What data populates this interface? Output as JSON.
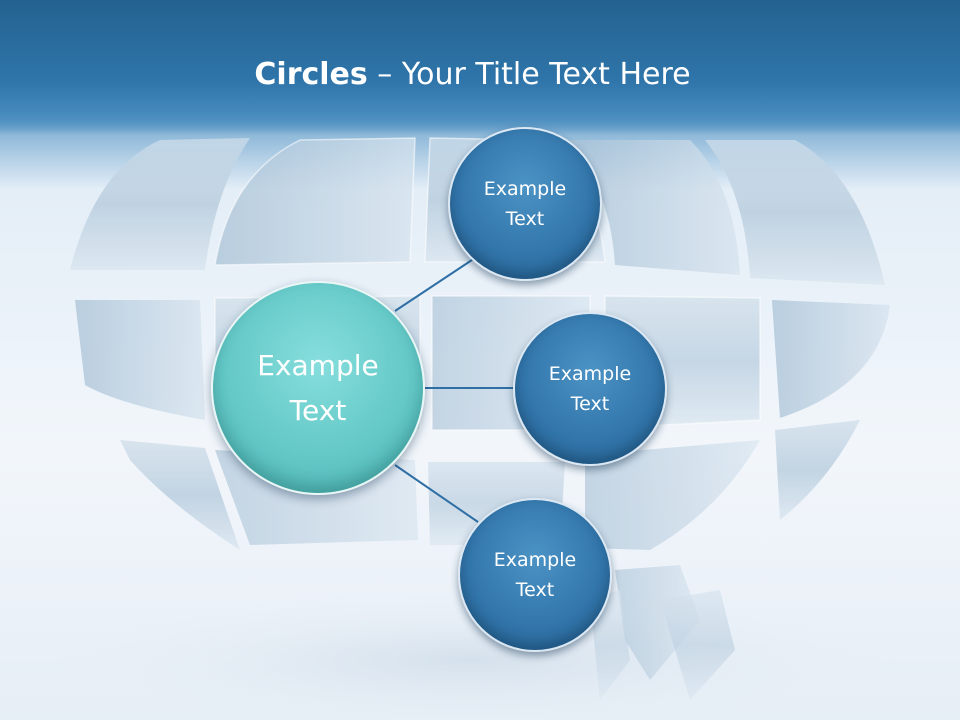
{
  "slide": {
    "title_bold": "Circles",
    "title_rest": " – Your Title Text Here"
  },
  "diagram": {
    "center": {
      "label": "Example\nText"
    },
    "nodes": [
      {
        "label": "Example\nText"
      },
      {
        "label": "Example\nText"
      },
      {
        "label": "Example\nText"
      }
    ]
  },
  "colors": {
    "title_bar": "#2f75aa",
    "center_circle": "#64c9c7",
    "node_circle": "#3377ac",
    "connector": "#2f6fa5"
  }
}
